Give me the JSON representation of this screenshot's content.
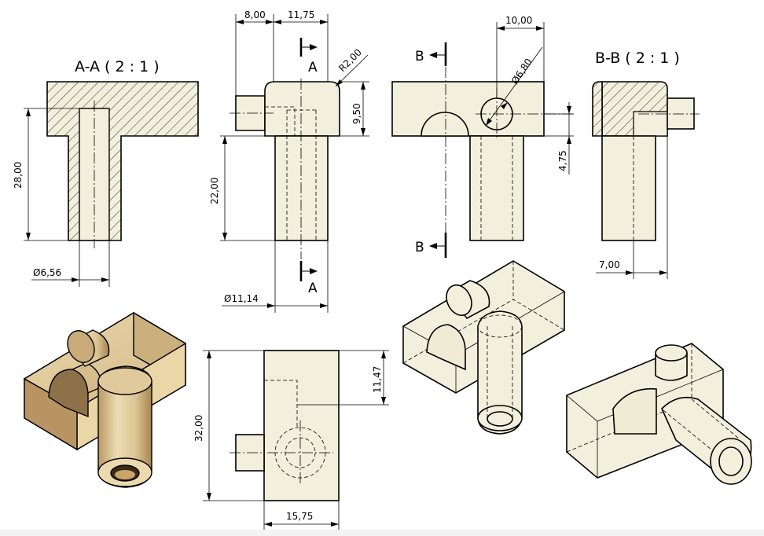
{
  "titles": {
    "section_a": "A-A ( 2 : 1 )",
    "section_b": "B-B ( 2 : 1 )"
  },
  "markers": {
    "a_top": "A",
    "a_bottom": "A",
    "b_top": "B",
    "b_bottom": "B"
  },
  "dims": {
    "d_8": "8,00",
    "d_1175": "11,75",
    "d_r2": "R2,00",
    "d_950": "9,50",
    "d_22": "22,00",
    "d_1114": "Ø11,14",
    "d_28": "28,00",
    "d_656": "Ø6,56",
    "d_10": "10,00",
    "d_680": "Ø6,80",
    "d_475": "4,75",
    "d_7": "7,00",
    "d_1147": "11,47",
    "d_32": "32,00",
    "d_1575": "15,75"
  },
  "colors": {
    "part_fill": "#f2efdc",
    "wood_light": "#e7d3a8",
    "wood_dark": "#b89562",
    "line": "#000000"
  }
}
